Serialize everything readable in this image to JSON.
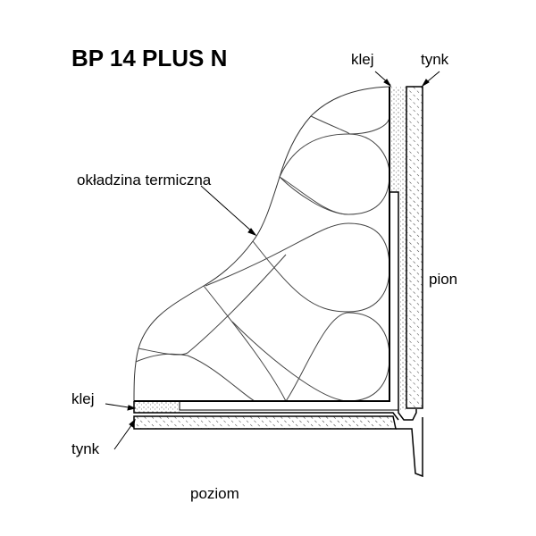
{
  "title": "BP 14 PLUS N",
  "labels": {
    "klej_top": "klej",
    "tynk_top": "tynk",
    "okladzina": "okładzina termiczna",
    "pion": "pion",
    "klej_bottom": "klej",
    "tynk_bottom": "tynk",
    "poziom": "poziom"
  }
}
